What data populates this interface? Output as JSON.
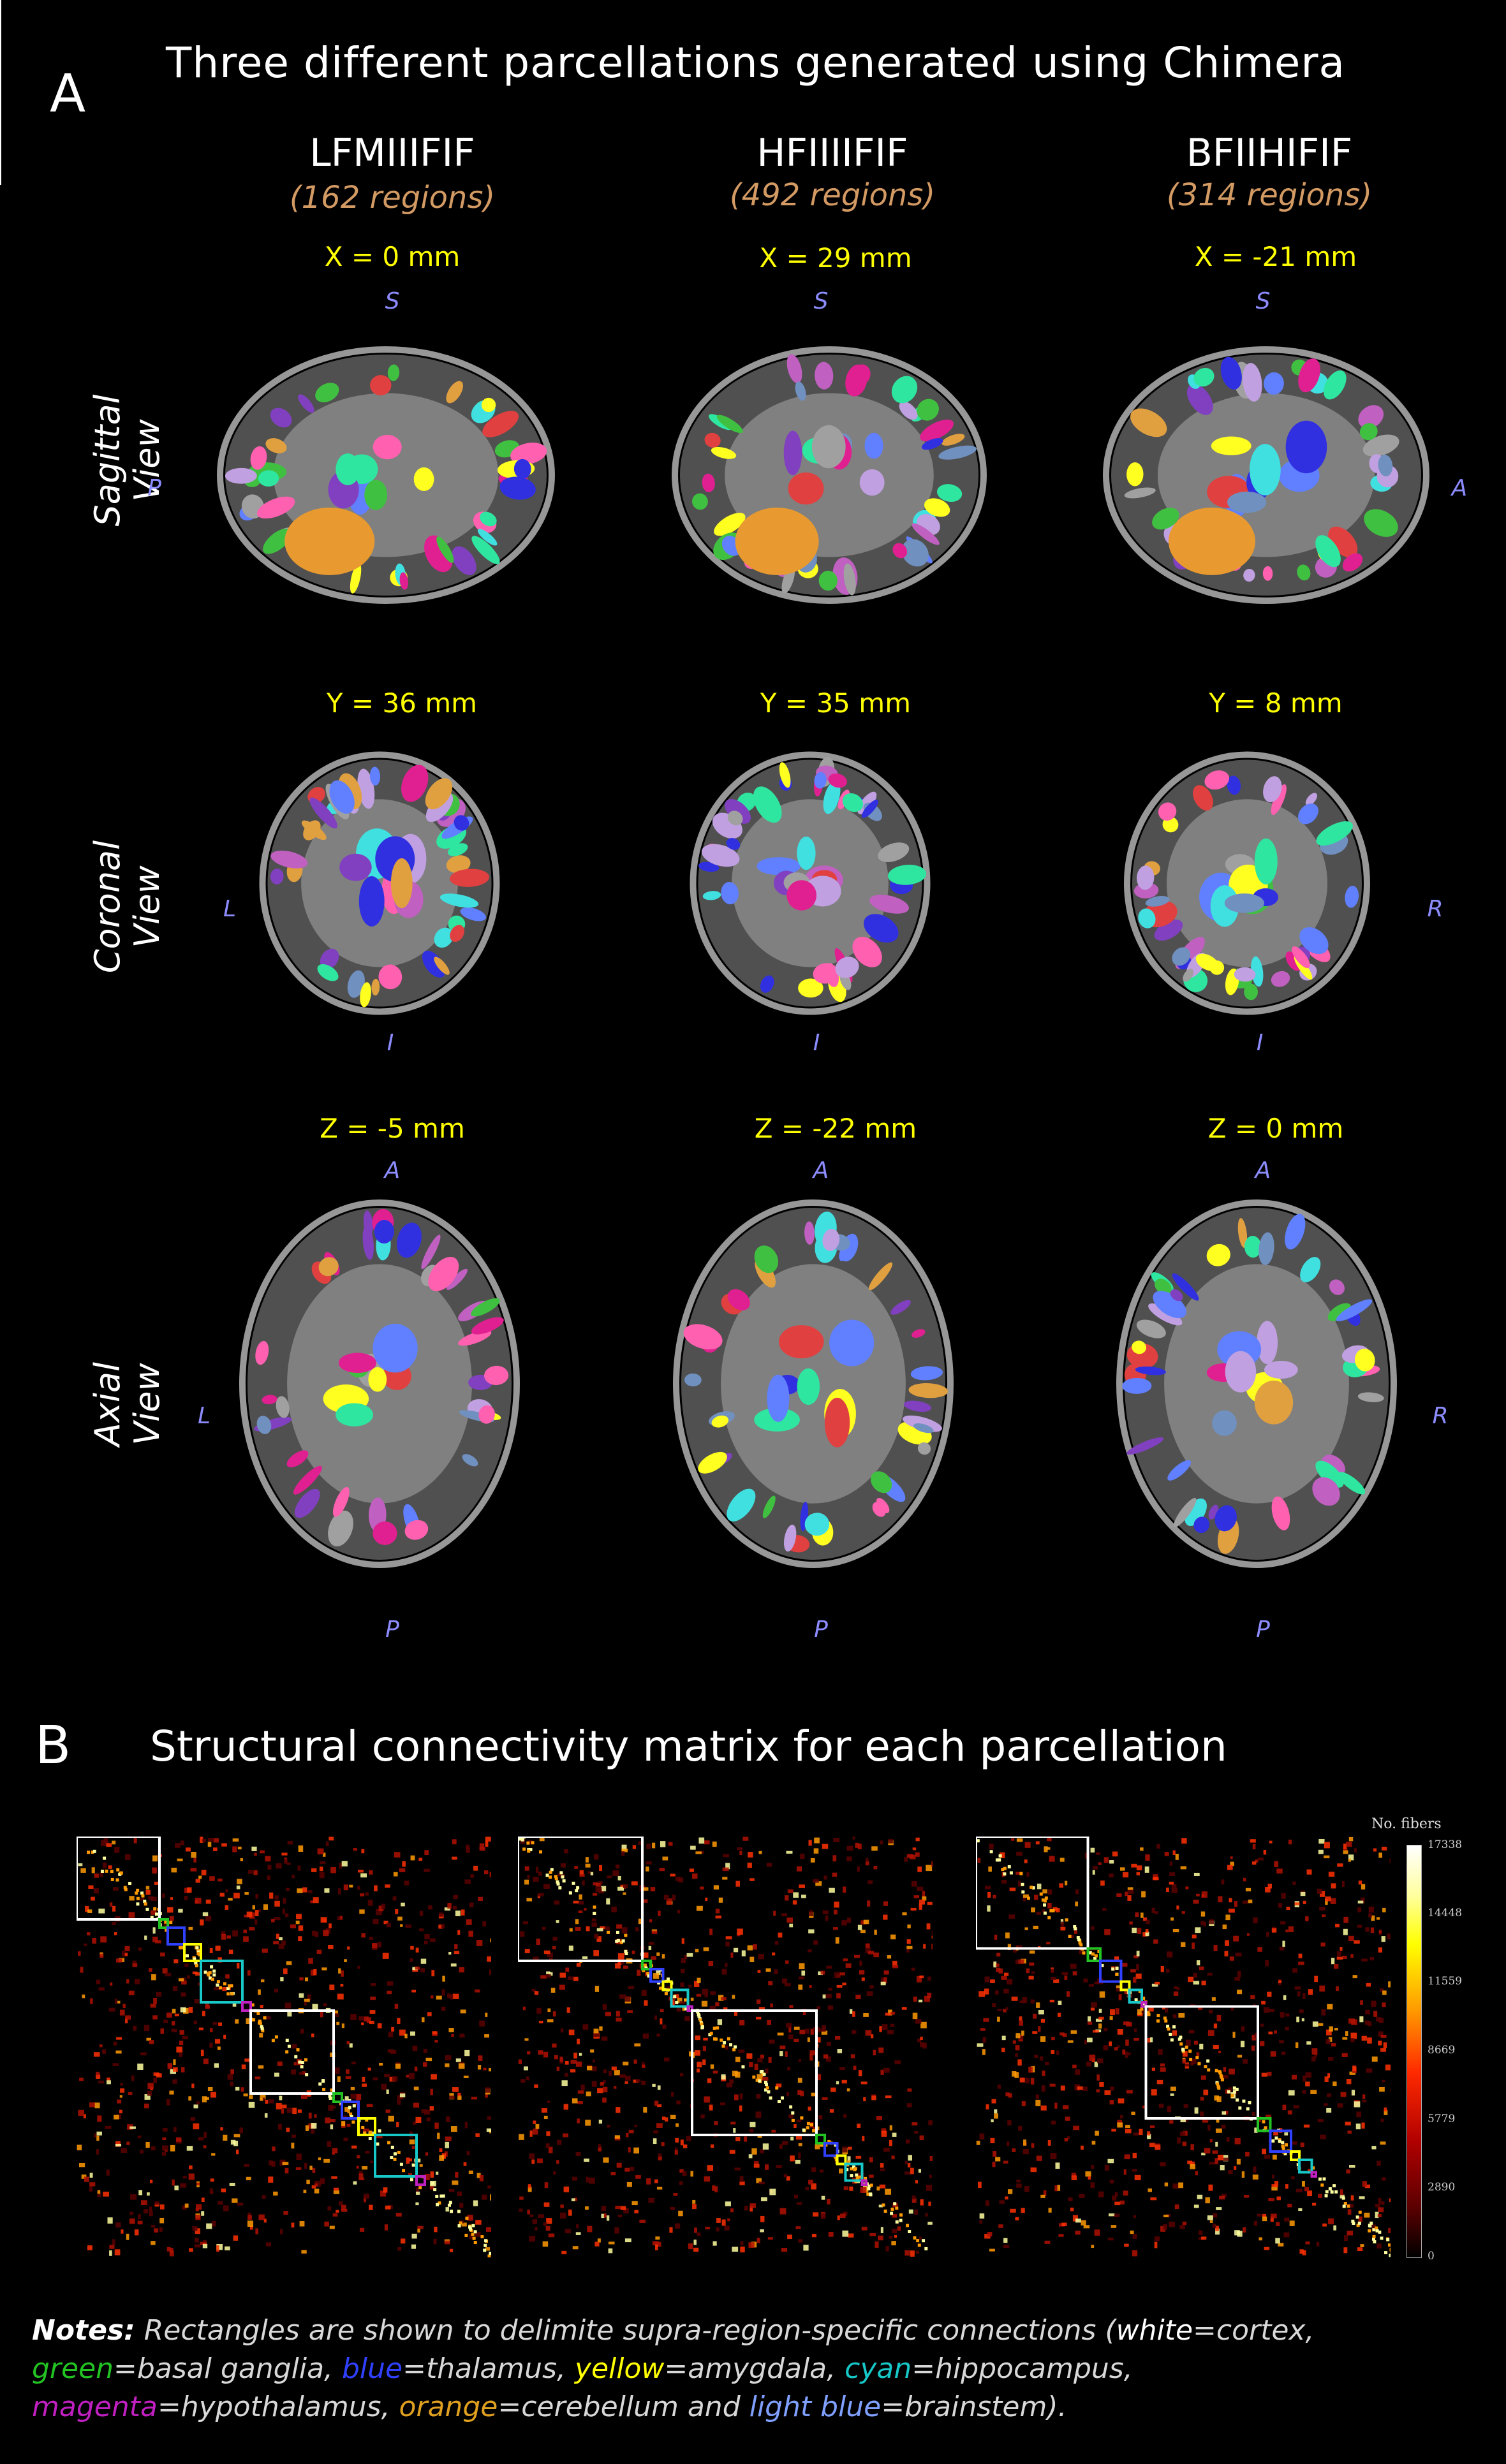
{
  "panel_a": {
    "letter": "A",
    "title": "Three different parcellations  generated using Chimera",
    "columns": [
      {
        "name": "LFMIIIFIF",
        "regions": "(162 regions)"
      },
      {
        "name": "HFIIIIFIF",
        "regions": "(492 regions)"
      },
      {
        "name": "BFIIHIFIF",
        "regions": "(314 regions)"
      }
    ],
    "rows": [
      {
        "label_line1": "Sagittal",
        "label_line2": "View",
        "coords": [
          "X = 0 mm",
          "X = 29 mm",
          "X = -21 mm"
        ],
        "top": [
          "S",
          "S",
          "S"
        ],
        "left": "P",
        "right": "A"
      },
      {
        "label_line1": "Coronal",
        "label_line2": "View",
        "coords": [
          "Y = 36 mm",
          "Y = 35 mm",
          "Y = 8 mm"
        ],
        "bottom": [
          "I",
          "I",
          "I"
        ],
        "left": "L",
        "right": "R"
      },
      {
        "label_line1": "Axial",
        "label_line2": "View",
        "coords": [
          "Z = -5 mm",
          "Z = -22 mm",
          "Z = 0 mm"
        ],
        "top": [
          "A",
          "A",
          "A"
        ],
        "bottom": [
          "P",
          "P",
          "P"
        ],
        "left": "L",
        "right": "R"
      }
    ]
  },
  "panel_b": {
    "letter": "B",
    "title": "Structural connectivity matrix for each parcellation",
    "colorbar": {
      "label": "No. fibers",
      "ticks": [
        "17338",
        "14448",
        "11559",
        "8669",
        "5779",
        "2890",
        "0"
      ]
    }
  },
  "notes": {
    "lead": "Notes:",
    "text_1": " Rectangles are shown to delimite supra-region-specific connections (",
    "white": "white",
    "eq_cortex": "=cortex,",
    "green": "green",
    "eq_bg": "=basal ganglia, ",
    "blue": "blue",
    "eq_thal": "=thalamus, ",
    "yellow": "yellow",
    "eq_amyg": "=amygdala, ",
    "cyan": "cyan",
    "eq_hipp": "=hippocampus,",
    "magenta": "magenta",
    "eq_hypo": "=hypothalamus, ",
    "orange": "orange",
    "eq_cereb": "=cerebellum and ",
    "lightblue": "light blue",
    "eq_brainstem": "=brainstem)."
  },
  "colors": {
    "coord": "#ffff00",
    "orientation": "#8c8cff",
    "regions": "#d39a63",
    "white": "#ffffff",
    "green": "#22c322",
    "blue": "#3040ff",
    "yellow": "#ffff00",
    "cyan": "#18c8c8",
    "magenta": "#c020c0",
    "orange": "#e0a020",
    "lightblue": "#80a0ff"
  }
}
